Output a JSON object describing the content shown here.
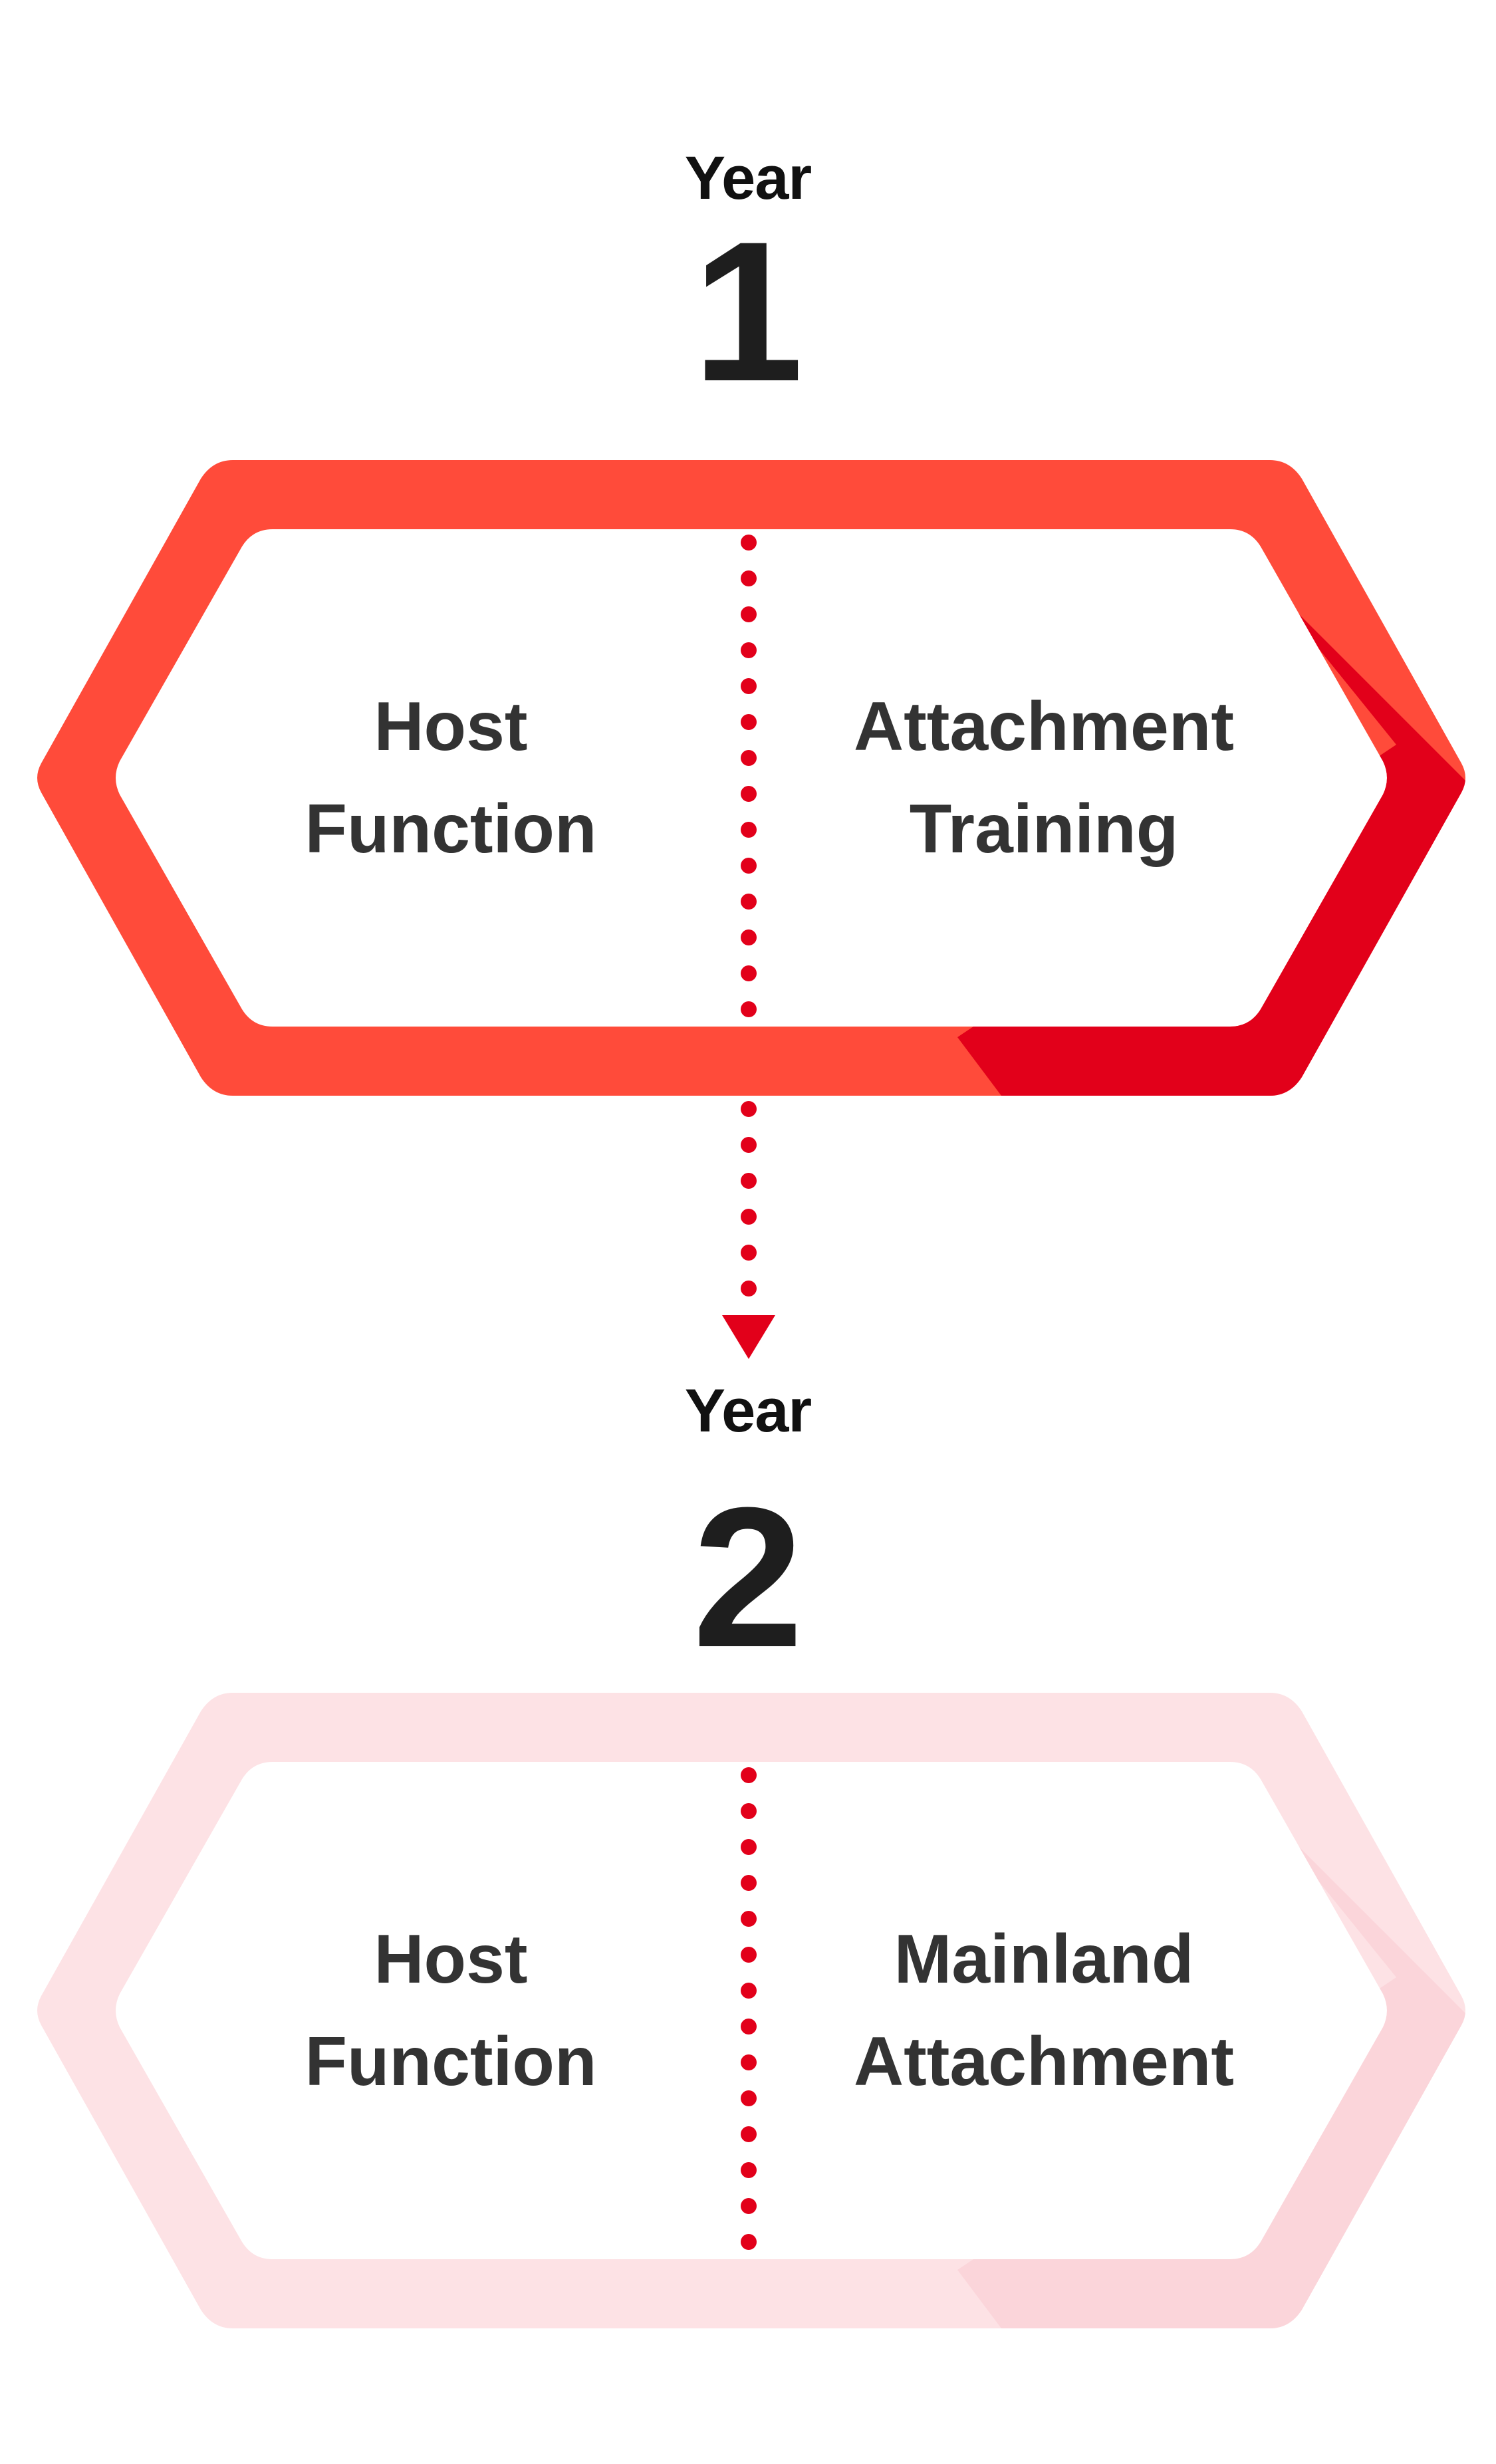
{
  "colors": {
    "primary_frame": "#FF4B3A",
    "primary_accent": "#E2001A",
    "faded_frame": "#FDE2E5",
    "faded_accent": "#FBD5DA",
    "dots": "#E2001A",
    "text": "#333333"
  },
  "year1": {
    "label": "Year",
    "number": "1",
    "left_cell": {
      "line1": "Host",
      "line2": "Function"
    },
    "right_cell": {
      "line1": "Attachment",
      "line2": "Training"
    }
  },
  "year2": {
    "label": "Year",
    "number": "2",
    "left_cell": {
      "line1": "Host",
      "line2": "Function"
    },
    "right_cell": {
      "line1": "Mainland",
      "line2": "Attachment"
    }
  }
}
